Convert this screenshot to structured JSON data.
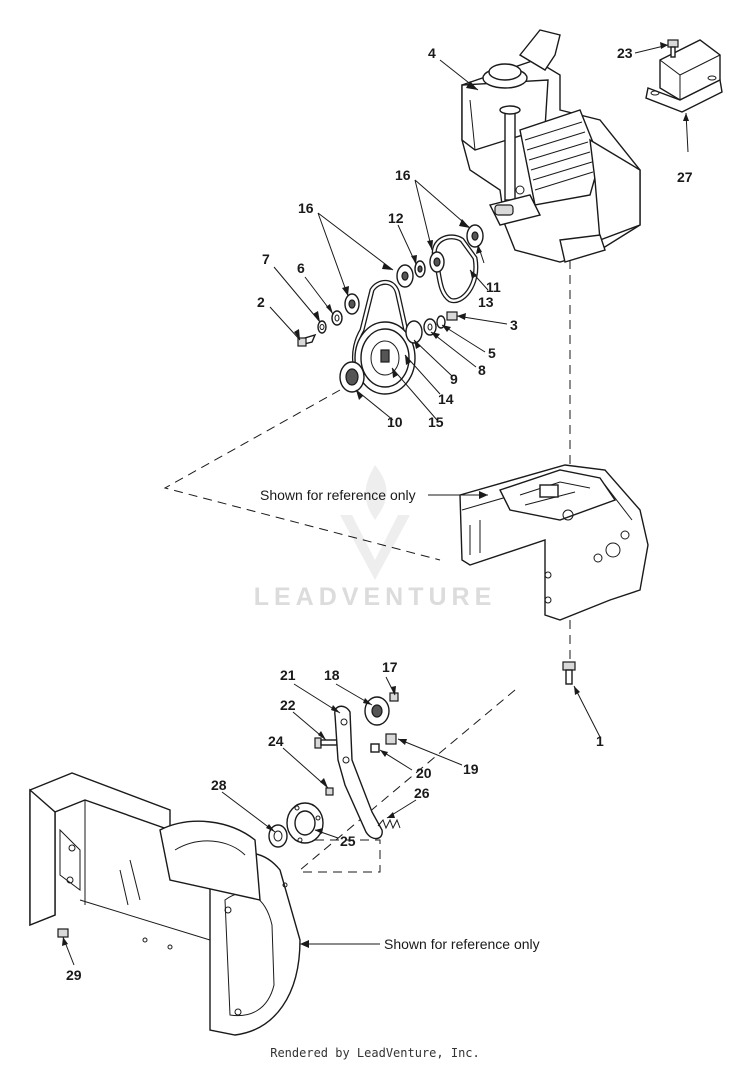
{
  "watermark": "LEADVENTURE",
  "footer": "Rendered by LeadVenture, Inc.",
  "reference_notes": {
    "frame": "Shown for reference only",
    "housing": "Shown for reference only"
  },
  "callouts": {
    "p1": "1",
    "p2": "2",
    "p3": "3",
    "p4": "4",
    "p5": "5",
    "p6": "6",
    "p7": "7",
    "p8": "8",
    "p9": "9",
    "p10": "10",
    "p11": "11",
    "p12": "12",
    "p13": "13",
    "p14": "14",
    "p15": "15",
    "p16a": "16",
    "p16b": "16",
    "p17": "17",
    "p18": "18",
    "p19": "19",
    "p20": "20",
    "p21": "21",
    "p22": "22",
    "p23": "23",
    "p24": "24",
    "p25": "25",
    "p26": "26",
    "p27": "27",
    "p28": "28",
    "p29": "29"
  }
}
